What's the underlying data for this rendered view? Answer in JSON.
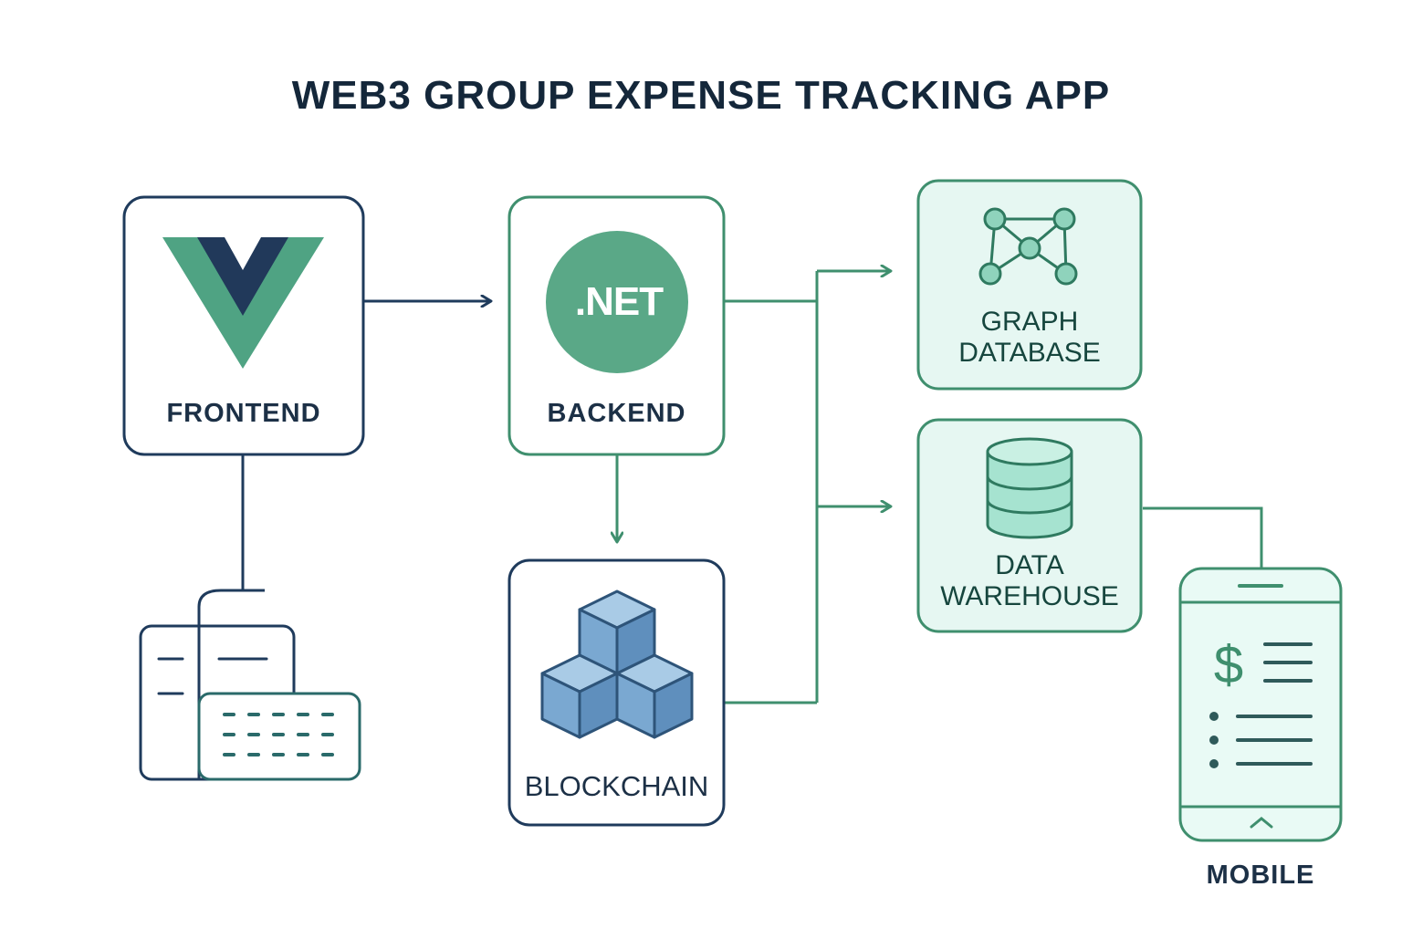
{
  "title": "WEB3 GROUP EXPENSE TRACKING APP",
  "nodes": {
    "frontend": {
      "label": "FRONTEND",
      "icon": "vue-logo-icon"
    },
    "backend": {
      "label": "BACKEND",
      "icon": "dotnet-logo-icon",
      "logo_text": ".NET"
    },
    "blockchain": {
      "label": "BLOCKCHAIN",
      "icon": "cubes-icon"
    },
    "graph_database": {
      "label_line1": "GRAPH",
      "label_line2": "DATABASE",
      "icon": "graph-network-icon"
    },
    "data_warehouse": {
      "label_line1": "DATA",
      "label_line2": "WAREHOUSE",
      "icon": "database-cylinder-icon"
    },
    "mobile": {
      "label": "MOBILE",
      "icon": "smartphone-expense-icon"
    },
    "desktop": {
      "icon": "desktop-keyboard-icon"
    }
  },
  "edges": [
    {
      "from": "frontend",
      "to": "backend"
    },
    {
      "from": "backend",
      "to": "blockchain"
    },
    {
      "from": "backend",
      "to": "graph_database"
    },
    {
      "from": "backend",
      "to": "data_warehouse"
    },
    {
      "from": "blockchain",
      "to": "graph_database"
    },
    {
      "from": "blockchain",
      "to": "data_warehouse"
    },
    {
      "from": "data_warehouse",
      "to": "mobile"
    },
    {
      "from": "frontend",
      "to": "desktop"
    }
  ],
  "colors": {
    "navy": "#1f3b5c",
    "green": "#3f8f6e",
    "teal_fill": "#e6f7f2",
    "vue_green": "#4fa383",
    "vue_navy": "#21395a",
    "net_green": "#5aa887",
    "cube_blue": "#6d9ec9"
  }
}
